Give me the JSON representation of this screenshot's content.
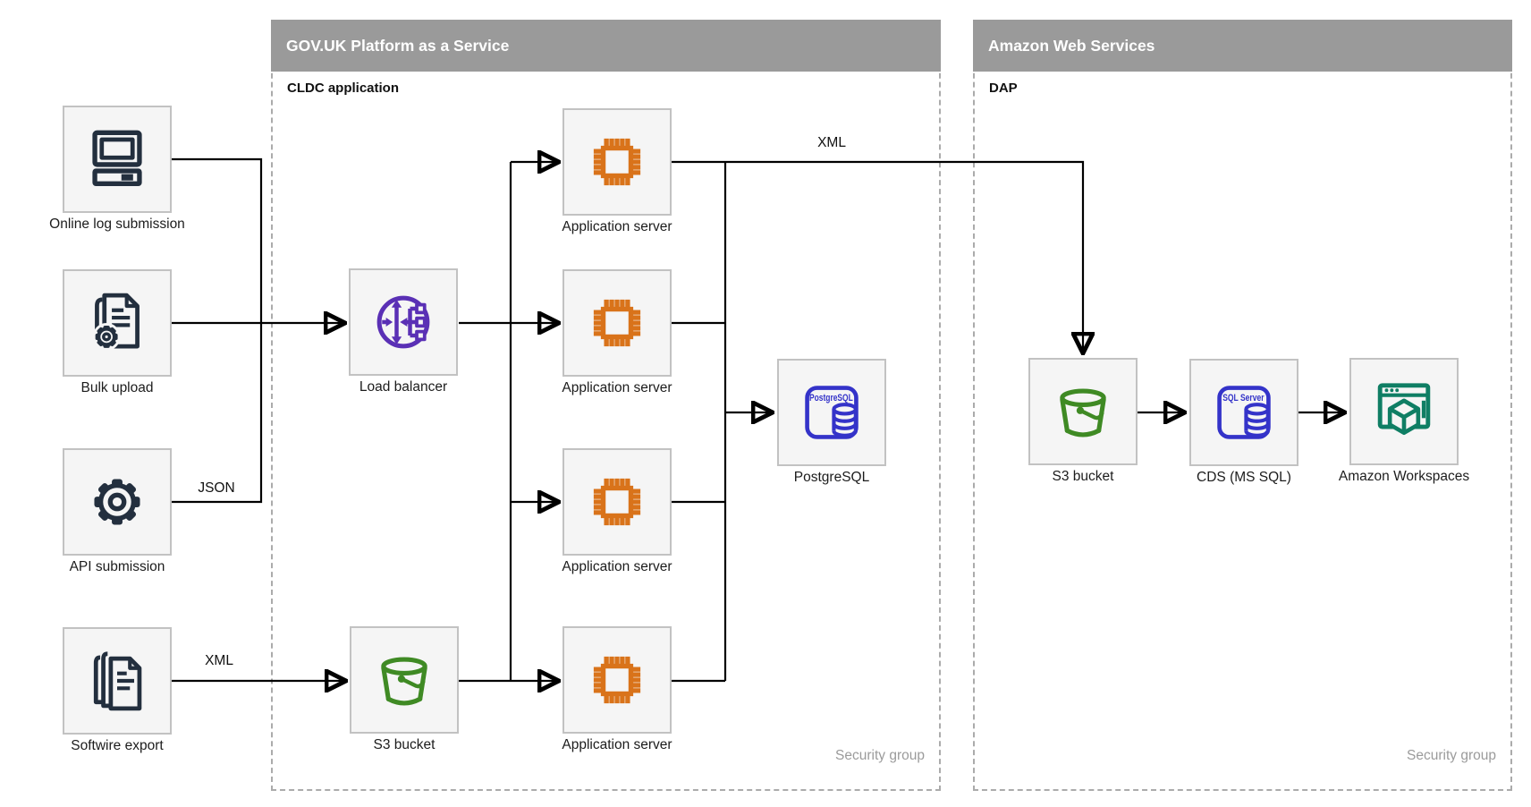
{
  "diagram": {
    "paas": {
      "title": "GOV.UK Platform as a Service",
      "sublabel": "CLDC application",
      "security_label": "Security group"
    },
    "aws": {
      "title": "Amazon Web Services",
      "sublabel": "DAP",
      "security_label": "Security group"
    },
    "nodes": {
      "online_log": {
        "label": "Online log submission",
        "icon": "desktop-computer-icon"
      },
      "bulk_upload": {
        "label": "Bulk upload",
        "icon": "document-with-gear-icon"
      },
      "api_submission": {
        "label": "API submission",
        "icon": "gear-icon"
      },
      "softwire_export": {
        "label": "Softwire export",
        "icon": "stacked-documents-icon"
      },
      "load_balancer": {
        "label": "Load balancer",
        "icon": "elastic-load-balancer-icon"
      },
      "s3_paas": {
        "label": "S3 bucket",
        "icon": "s3-bucket-icon"
      },
      "app_server_1": {
        "label": "Application server",
        "icon": "processor-chip-icon"
      },
      "app_server_2": {
        "label": "Application server",
        "icon": "processor-chip-icon"
      },
      "app_server_3": {
        "label": "Application server",
        "icon": "processor-chip-icon"
      },
      "app_server_4": {
        "label": "Application server",
        "icon": "processor-chip-icon"
      },
      "postgresql": {
        "label": "PostgreSQL",
        "icon": "postgresql-database-icon",
        "icon_text": "PostgreSQL"
      },
      "s3_aws": {
        "label": "S3 bucket",
        "icon": "s3-bucket-icon"
      },
      "cds": {
        "label": "CDS (MS SQL)",
        "icon": "sql-server-database-icon",
        "icon_text": "SQL Server"
      },
      "workspaces": {
        "label": "Amazon Workspaces",
        "icon": "amazon-workspaces-icon"
      }
    },
    "edge_labels": {
      "api_json": "JSON",
      "softwire_xml": "XML",
      "app_to_aws_xml": "XML"
    },
    "colors": {
      "header_bg": "#9A9A9A",
      "header_text": "#FFFFFF",
      "container_border": "#ABABAB",
      "node_fill": "#F5F5F5",
      "node_border": "#C2C2C2",
      "icon_navy": "#232F3E",
      "icon_orange": "#D9731A",
      "icon_purple": "#5A30B5",
      "icon_green": "#3F8A24",
      "icon_blue": "#3433C9",
      "icon_teal": "#0F7E64",
      "edge_color": "#000000",
      "security_text": "#9B9B9B"
    }
  }
}
